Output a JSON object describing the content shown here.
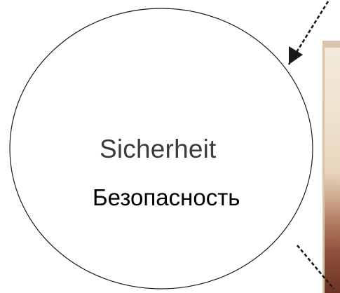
{
  "node": {
    "label_de": "Sicherheit",
    "label_ru": "Безопасность"
  },
  "connectors": [
    {
      "style": "dashed",
      "arrowhead": "into-node"
    },
    {
      "style": "dashed",
      "arrowhead": "none"
    }
  ],
  "colors": {
    "background": "#ffffff",
    "outline": "#1a1a1a",
    "label_de": "#3b3b3b",
    "label_ru": "#000000",
    "connector": "#1a1a1a"
  }
}
